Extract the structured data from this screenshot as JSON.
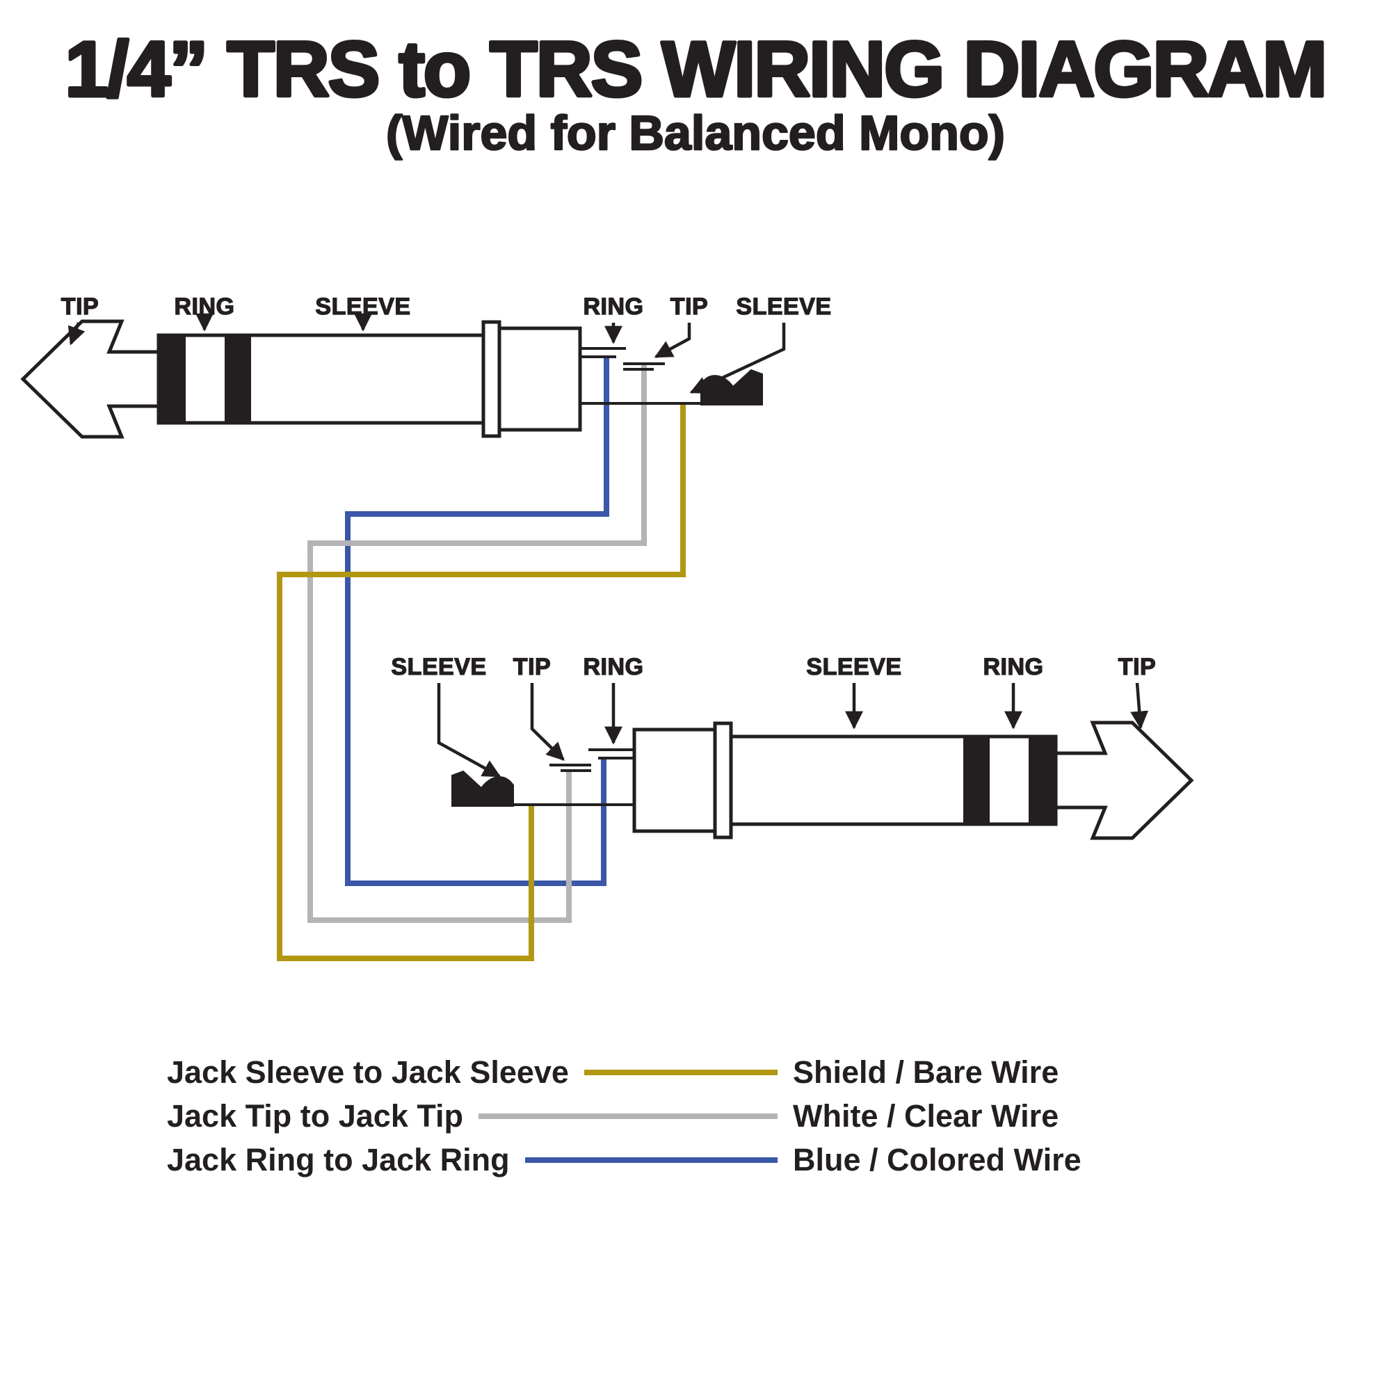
{
  "title": "1/4” TRS to TRS WIRING DIAGRAM",
  "subtitle": "(Wired for Balanced Mono)",
  "colors": {
    "outline_black": "#231f20",
    "shield_wire": "#b29712",
    "white_wire": "#b4b4b6",
    "blue_wire": "#3a57a8"
  },
  "top_plug": {
    "label_tip": "TIP",
    "label_ring": "RING",
    "label_sleeve": "SLEEVE",
    "terminal_label_ring": "RING",
    "terminal_label_tip": "TIP",
    "terminal_label_sleeve": "SLEEVE"
  },
  "bottom_plug": {
    "terminal_label_sleeve": "SLEEVE",
    "terminal_label_tip": "TIP",
    "terminal_label_ring": "RING",
    "label_sleeve": "SLEEVE",
    "label_ring": "RING",
    "label_tip": "TIP"
  },
  "legend": {
    "rows": [
      {
        "connection": "Jack Sleeve to Jack Sleeve",
        "wire": "Shield / Bare Wire"
      },
      {
        "connection": "Jack Tip to Jack Tip",
        "wire": "White / Clear Wire"
      },
      {
        "connection": "Jack Ring to Jack Ring",
        "wire": "Blue / Colored Wire"
      }
    ]
  }
}
